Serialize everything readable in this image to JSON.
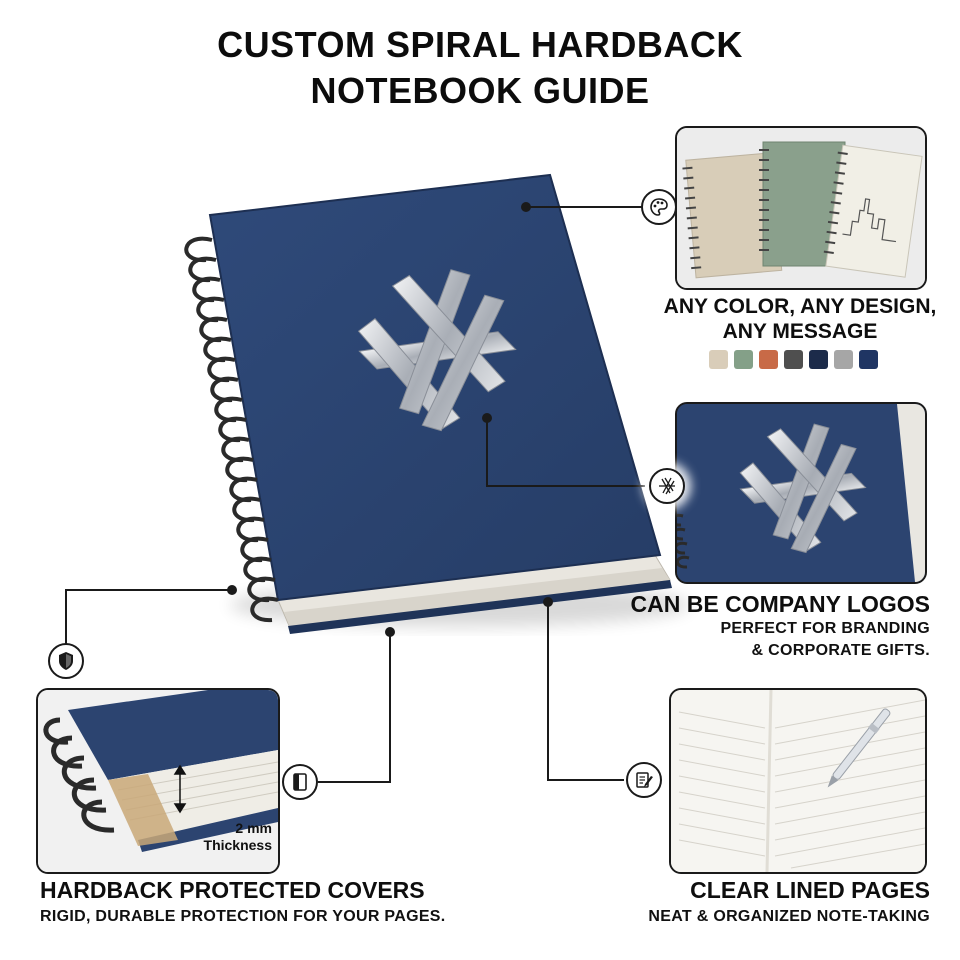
{
  "title": {
    "line1": "CUSTOM SPIRAL HARDBACK",
    "line2": "NOTEBOOK GUIDE"
  },
  "features": {
    "color": {
      "line1": "ANY COLOR, ANY DESIGN,",
      "line2": "ANY MESSAGE",
      "icon": "palette-icon",
      "swatches": [
        "#d9cdb9",
        "#84a088",
        "#c86a47",
        "#4f4f4f",
        "#1c2b4a",
        "#a6a6a6",
        "#1f3563"
      ]
    },
    "logo": {
      "heading": "CAN BE COMPANY LOGOS",
      "line1": "PERFECT FOR BRANDING",
      "line2": "& CORPORATE GIFTS.",
      "icon": "logo-emblem-icon"
    },
    "cover": {
      "heading": "HARDBACK PROTECTED COVERS",
      "sub": "RIGID, DURABLE PROTECTION FOR YOUR PAGES.",
      "icon": "shield-icon",
      "book_icon": "book-icon",
      "thickness_value": "2 mm",
      "thickness_label": "Thickness"
    },
    "pages": {
      "heading": "CLEAR LINED PAGES",
      "sub": "NEAT & ORGANIZED NOTE-TAKING",
      "icon": "writing-note-icon"
    }
  },
  "colors": {
    "cover_navy": "#2c4470",
    "cover_navy_dark": "#1f3358",
    "logo_silver": "#c8ccd2",
    "line_color": "#1a1a1a"
  }
}
